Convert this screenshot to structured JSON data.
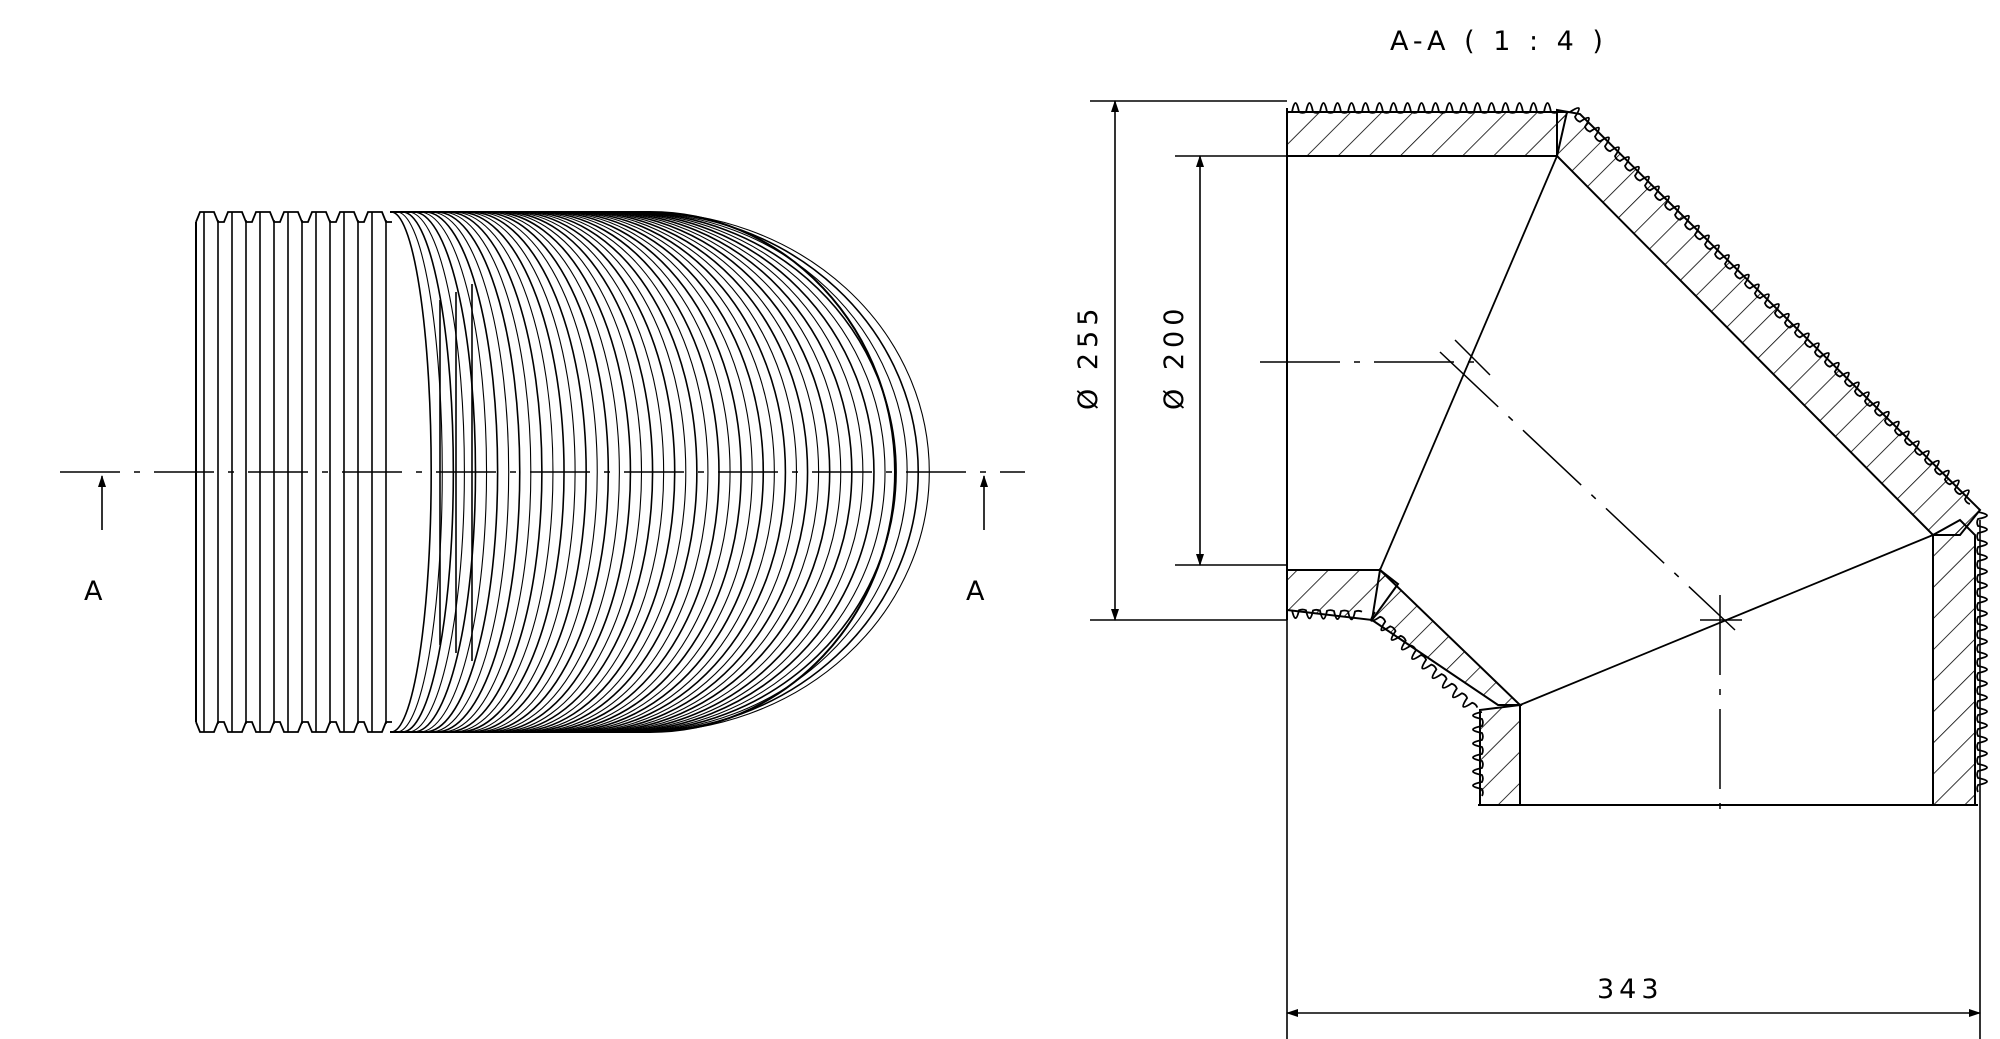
{
  "drawing": {
    "section_title": "A-A ( 1 : 4 )",
    "section_marker_left": "A",
    "section_marker_right": "A",
    "dim_outer_diameter": "Ø 255",
    "dim_inner_diameter": "Ø 200",
    "dim_length": "343"
  },
  "colors": {
    "line": "#000000",
    "background": "#ffffff"
  }
}
